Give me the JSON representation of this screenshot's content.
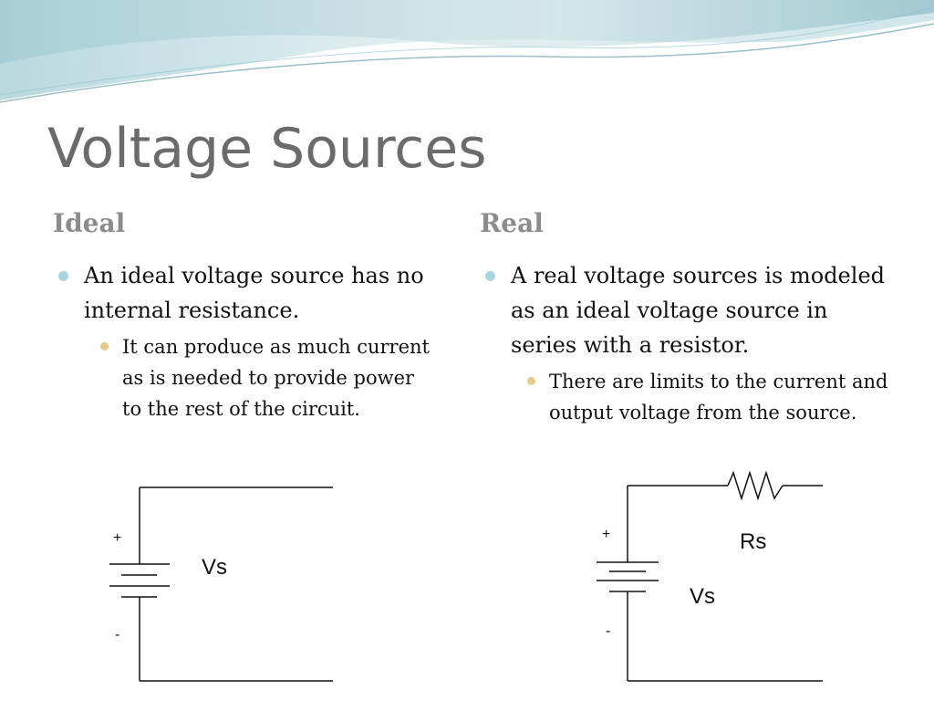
{
  "slide": {
    "title": "Voltage Sources",
    "accent_colors": {
      "wave_light": "#dbeef0",
      "wave_mid": "#a8cdd4",
      "wave_dark": "#6ea4b1",
      "bullet_level1": "#a9d5e3",
      "bullet_level2": "#e8c989",
      "title_text": "#6b6b6b",
      "heading_text": "#8c8c8c"
    }
  },
  "ideal": {
    "heading": "Ideal",
    "bullet_1": "An ideal voltage source has no internal resistance.",
    "bullet_1_1": "It can produce as much current as is needed to provide power to the rest of the circuit.",
    "circuit": {
      "plus": "+",
      "minus": "-",
      "source_label": "Vs"
    }
  },
  "real": {
    "heading": "Real",
    "bullet_1": "A real voltage sources is modeled as an ideal voltage source in series with a resistor.",
    "bullet_1_1": "There are limits to the current and output voltage from the source.",
    "circuit": {
      "plus": "+",
      "minus": "-",
      "resistor_label": "Rs",
      "source_label": "Vs"
    }
  }
}
